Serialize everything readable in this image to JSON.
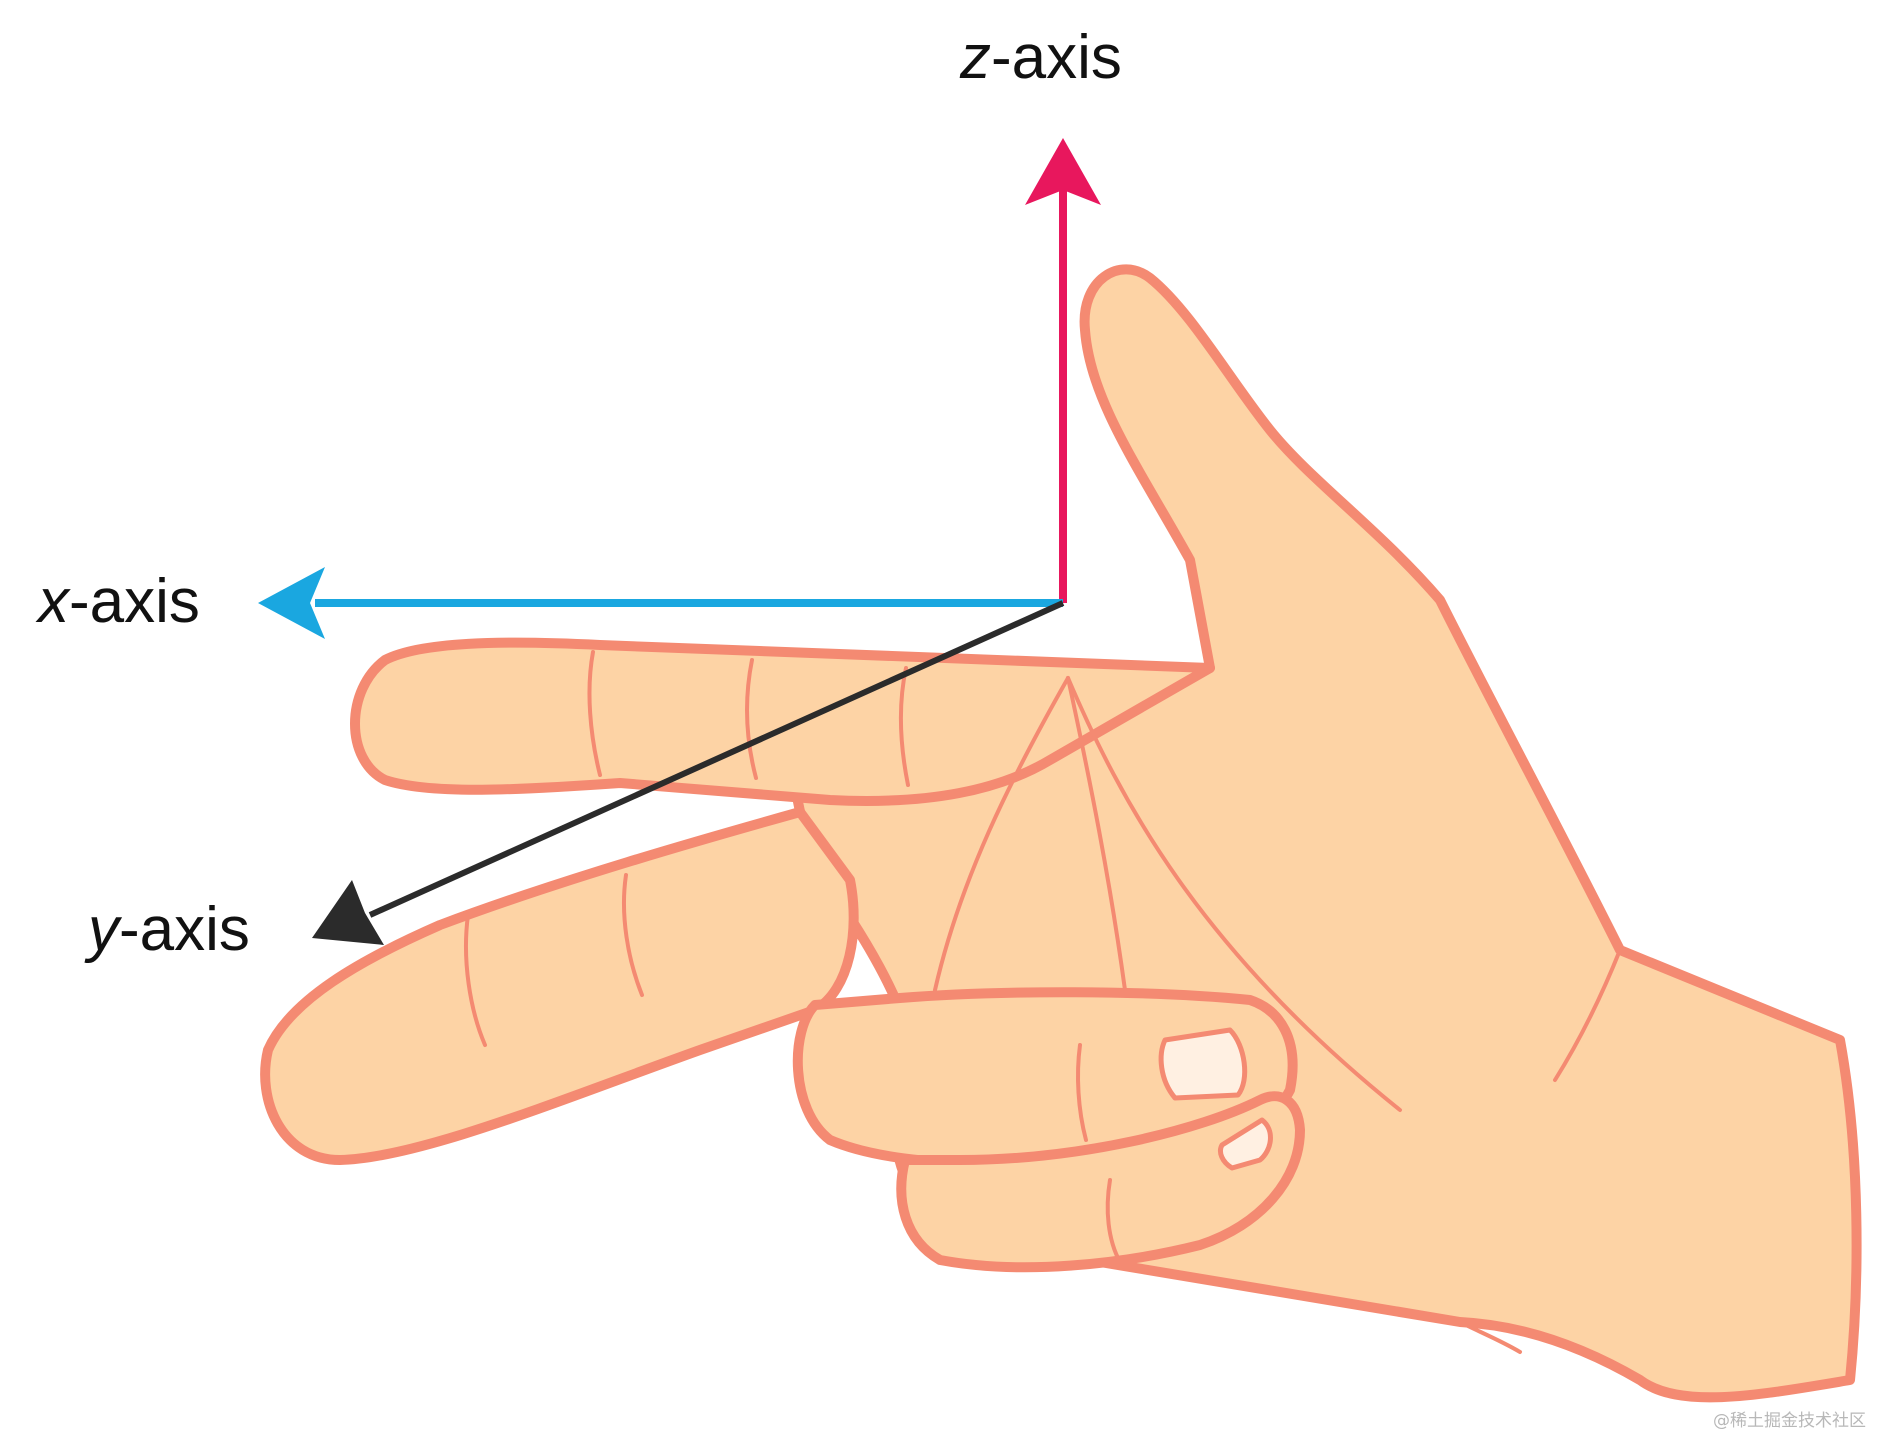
{
  "axes": {
    "z": {
      "variable": "z",
      "suffix": "-axis",
      "color": "#e8175d"
    },
    "x": {
      "variable": "x",
      "suffix": "-axis",
      "color": "#1aa7e0"
    },
    "y": {
      "variable": "y",
      "suffix": "-axis",
      "color": "#2b2b2b"
    }
  },
  "colors": {
    "skin": "#fdd3a5",
    "skin_shadow": "#f7b98d",
    "outline": "#f48a72",
    "nail": "#fff0e2",
    "background": "#ffffff"
  },
  "watermark": "@稀土掘金技术社区"
}
